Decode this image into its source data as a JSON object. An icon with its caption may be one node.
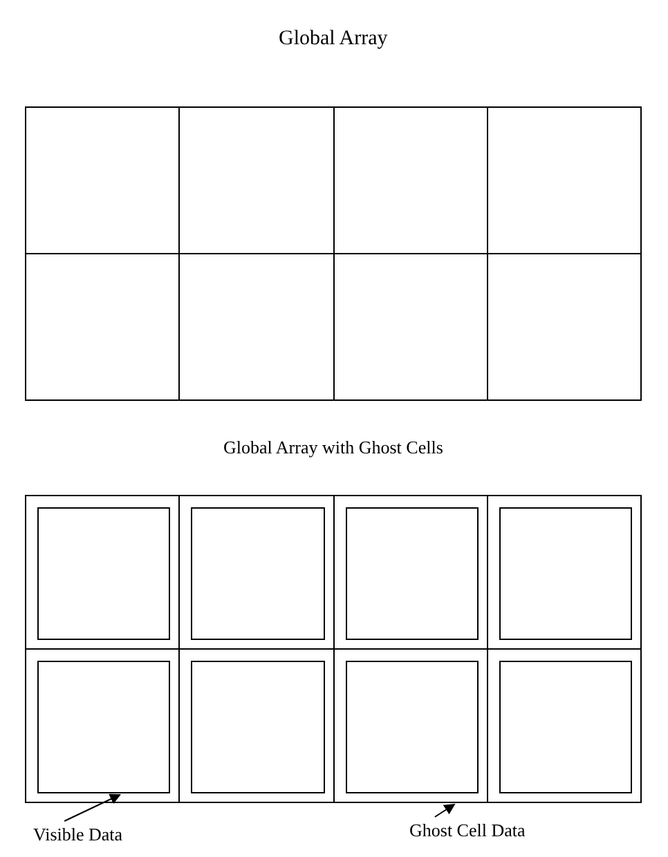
{
  "diagram": {
    "title": "Global Array",
    "nodes": [
      {
        "text": [],
        "shape": "box"
      },
      {
        "text": [],
        "shape": "box"
      },
      {
        "text": [],
        "shape": "box"
      },
      {
        "text": [],
        "shape": "box"
      },
      {
        "text": [],
        "shape": "box"
      },
      {
        "text": [],
        "shape": "box"
      },
      {
        "text": [],
        "shape": "box"
      },
      {
        "text": [],
        "shape": "box"
      },
      {
        "text": [],
        "shape": "box"
      },
      {
        "text": [],
        "shape": "box",
        "in": 8
      },
      {
        "text": [],
        "shape": "box"
      },
      {
        "text": [],
        "shape": "box",
        "in": 10
      },
      {
        "text": [],
        "shape": "box"
      },
      {
        "text": [],
        "shape": "box",
        "in": 12
      },
      {
        "text": [],
        "shape": "box"
      },
      {
        "text": [],
        "shape": "box",
        "in": 14
      },
      {
        "text": [],
        "shape": "box"
      },
      {
        "text": [],
        "shape": "box",
        "in": 16
      },
      {
        "text": [],
        "shape": "box"
      },
      {
        "text": [],
        "shape": "box",
        "in": 18
      },
      {
        "text": [],
        "shape": "box"
      },
      {
        "text": [],
        "shape": "box",
        "in": 20
      },
      {
        "text": [],
        "shape": "box"
      },
      {
        "text": [],
        "shape": "box",
        "in": 22
      },
      {
        "text": [
          "Visible Data"
        ]
      },
      {
        "text": [
          "Ghost Cell Data"
        ]
      }
    ],
    "edges": [
      {
        "from": 24,
        "to": 17,
        "arrow": "to"
      },
      {
        "from": 25,
        "to": 20,
        "arrow": "to"
      }
    ],
    "labels": [
      "Global Array with Ghost Cells"
    ]
  }
}
